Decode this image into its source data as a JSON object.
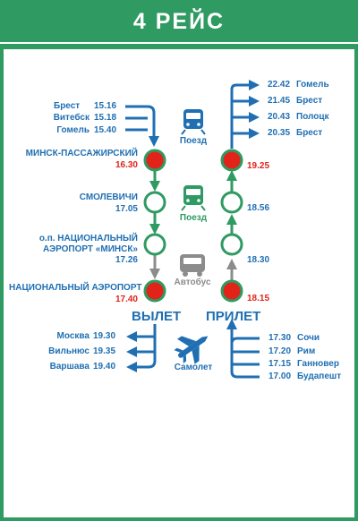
{
  "header": {
    "title": "4 РЕЙС"
  },
  "arrivals_train": [
    {
      "city": "Брест",
      "time": "15.16"
    },
    {
      "city": "Витебск",
      "time": "15.18"
    },
    {
      "city": "Гомель",
      "time": "15.40"
    }
  ],
  "departures_train": [
    {
      "time": "22.42",
      "city": "Гомель"
    },
    {
      "time": "21.45",
      "city": "Брест"
    },
    {
      "time": "20.43",
      "city": "Полоцк"
    },
    {
      "time": "20.35",
      "city": "Брест"
    }
  ],
  "stations": {
    "minsk": {
      "name": "МИНСК-ПАССАЖИРСКИЙ",
      "left_time": "16.30",
      "right_time": "19.25"
    },
    "smolevichi": {
      "name": "СМОЛЕВИЧИ",
      "left_time": "17.05",
      "right_time": "18.56"
    },
    "national_op": {
      "line1": "о.п. НАЦИОНАЛЬНЫЙ",
      "line2": "АЭРОПОРТ «МИНСК»",
      "left_time": "17.26",
      "right_time": "18.30"
    },
    "airport": {
      "name": "НАЦИОНАЛЬНЫЙ АЭРОПОРТ",
      "left_time": "17.40",
      "right_time": "18.15"
    }
  },
  "transport": {
    "train_top": "Поезд",
    "train_mid": "Поезд",
    "bus": "Автобус",
    "plane": "Самолет"
  },
  "flights": {
    "departure_label": "ВЫЛЕТ",
    "arrival_label": "ПРИЛЕТ"
  },
  "departures_flight": [
    {
      "city": "Москва",
      "time": "19.30"
    },
    {
      "city": "Вильнюс",
      "time": "19.35"
    },
    {
      "city": "Варшава",
      "time": "19.40"
    }
  ],
  "arrivals_flight": [
    {
      "time": "17.30",
      "city": "Сочи"
    },
    {
      "time": "17.20",
      "city": "Рим"
    },
    {
      "time": "17.15",
      "city": "Ганновер"
    },
    {
      "time": "17.00",
      "city": "Будапешт"
    }
  ],
  "colors": {
    "green": "#2f9a62",
    "blue": "#1f6fb2",
    "red": "#e2231a",
    "gray": "#8c8c8c"
  }
}
